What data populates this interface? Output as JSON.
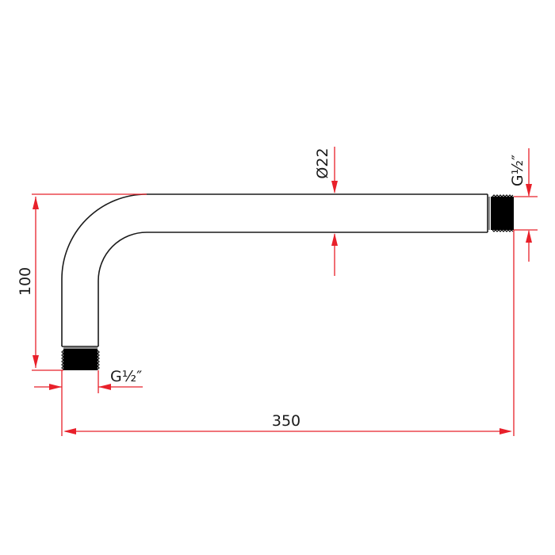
{
  "diagram": {
    "type": "technical-drawing",
    "subject": "shower arm",
    "colors": {
      "outline": "#1a1a1a",
      "dimension": "#e8202a",
      "thread": "#000000",
      "background": "#ffffff"
    },
    "dimensions": {
      "length": "350",
      "height": "100",
      "diameter": "Ø22",
      "thread_bottom": "G½″",
      "thread_right": "G½″"
    }
  }
}
